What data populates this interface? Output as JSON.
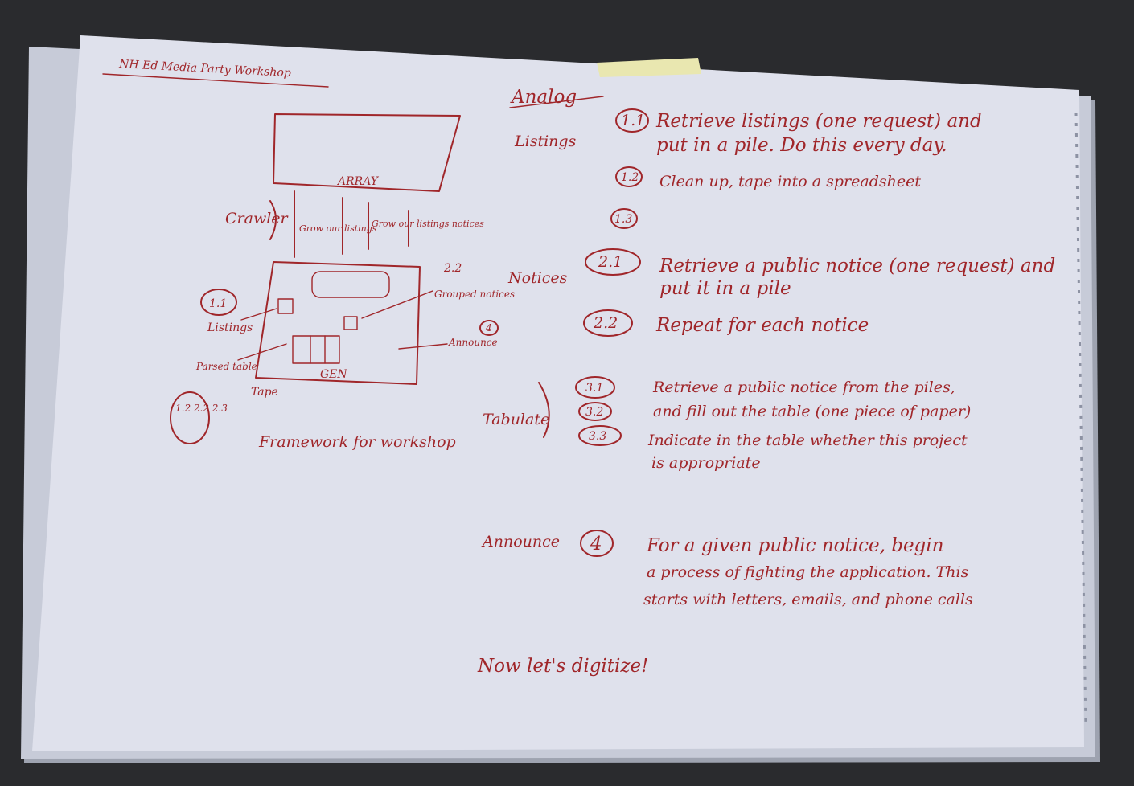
{
  "page_title": "NH Ed Media Party Workshop",
  "diagram": {
    "array_label": "ARRAY",
    "crawler_label": "Crawler",
    "arrow_note_left": "Grow our listings",
    "arrow_note_right": "Grow our listings notices",
    "gen_label": "GEN",
    "tape_label": "Tape",
    "notice_1_1": "1.1",
    "listings_label": "Listings",
    "parsed_label": "Parsed table",
    "num_2_2": "2.2",
    "num_4": "4",
    "announce_label": "Announce",
    "grouped_notices": "Grouped notices",
    "frame_note": "Framework for workshop",
    "sub_numbers": "1.2 2.2 2.3"
  },
  "analog": {
    "heading": "Analog",
    "sections": [
      {
        "side_label": "Listings",
        "steps": [
          {
            "num": "1.1",
            "lines": [
              "Retrieve listings (one request) and",
              "put in a pile. Do this every day."
            ]
          },
          {
            "num": "1.2",
            "lines": [
              "Clean up, tape into a spreadsheet"
            ]
          },
          {
            "num": "1.3",
            "lines": []
          }
        ]
      },
      {
        "side_label": "Notices",
        "steps": [
          {
            "num": "2.1",
            "lines": [
              "Retrieve a public notice (one request) and",
              "put it in a pile"
            ]
          },
          {
            "num": "2.2",
            "lines": [
              "Repeat for each notice"
            ]
          }
        ]
      },
      {
        "side_label": "Tabulate",
        "steps": [
          {
            "num": "3.1",
            "lines": [
              "Retrieve a public notice from the piles,"
            ]
          },
          {
            "num": "3.2",
            "lines": [
              "and fill out the table (one piece of paper)"
            ]
          },
          {
            "num": "3.3",
            "lines": [
              "Indicate in the table whether this project",
              "is appropriate"
            ]
          }
        ]
      },
      {
        "side_label": "Announce",
        "steps": [
          {
            "num": "4",
            "lines": [
              "For a given public notice, begin",
              "a process of fighting the application. This",
              "starts with letters, emails, and phone calls"
            ]
          }
        ]
      }
    ],
    "closing": "Now let's digitize!"
  }
}
